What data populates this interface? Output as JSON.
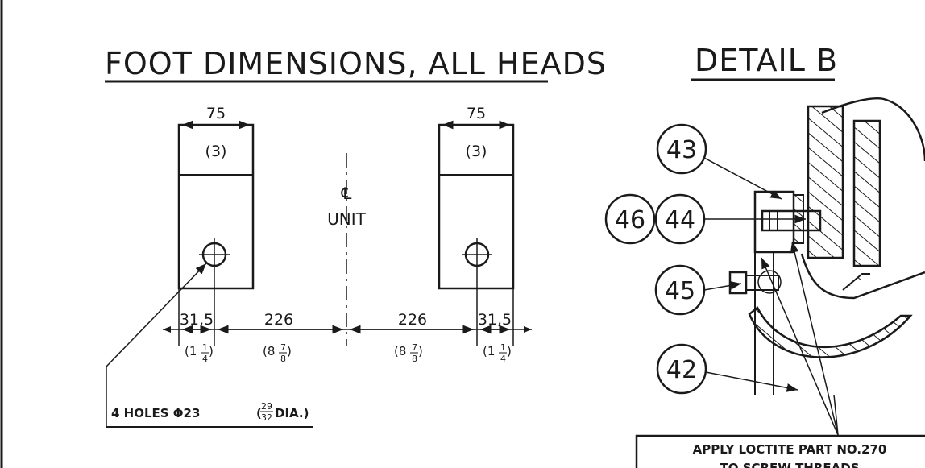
{
  "left_view": {
    "title": "FOOT DIMENSIONS, ALL HEADS",
    "foot_width_mm": "75",
    "foot_width_in": "(3)",
    "centerline_symbol": "℄",
    "centerline_label": "UNIT",
    "offset_edge_mm": "31,5",
    "offset_center_mm": "226",
    "offset_edge_in_whole": "(1",
    "offset_edge_in_num": "1",
    "offset_edge_in_den": "4",
    "offset_edge_in_close": ")",
    "offset_center_in_whole": "(8",
    "offset_center_in_num": "7",
    "offset_center_in_den": "8",
    "offset_center_in_close": ")",
    "holes_note_text": "4 HOLES Φ23",
    "holes_note_open": "(",
    "holes_note_num": "29",
    "holes_note_den": "32",
    "holes_note_suffix": "DIA.)"
  },
  "right_view": {
    "title": "DETAIL B",
    "callouts": [
      "43",
      "46",
      "44",
      "45",
      "42"
    ],
    "note_line1": "APPLY LOCTITE PART NO.270",
    "note_line2": "TO SCREW THREADS"
  }
}
